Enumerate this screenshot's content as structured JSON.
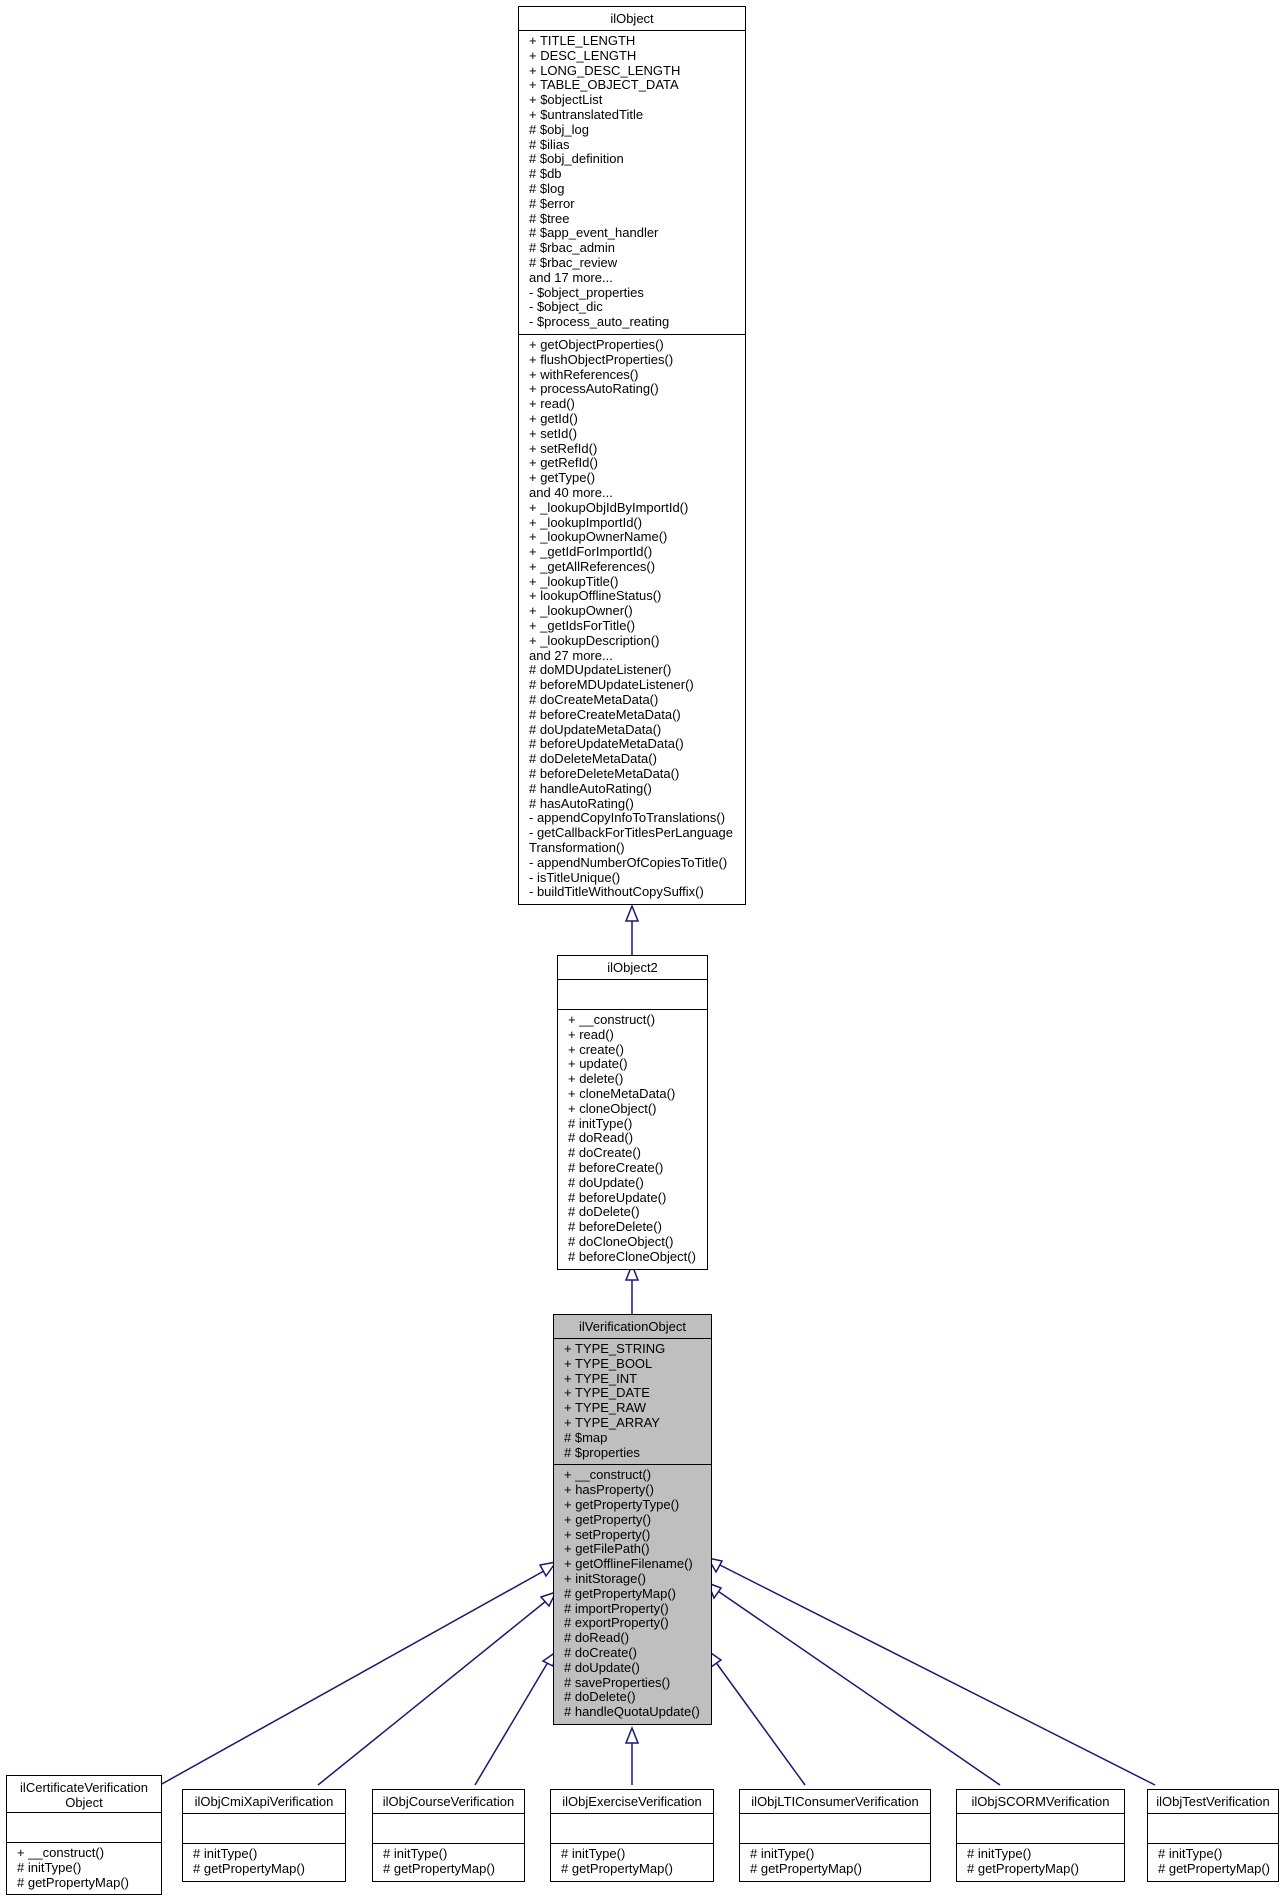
{
  "classes": {
    "ilObject": {
      "title": "ilObject",
      "attributes": [
        "+ TITLE_LENGTH",
        "+ DESC_LENGTH",
        "+ LONG_DESC_LENGTH",
        "+ TABLE_OBJECT_DATA",
        "+ $objectList",
        "+ $untranslatedTitle",
        "# $obj_log",
        "# $ilias",
        "# $obj_definition",
        "# $db",
        "# $log",
        "# $error",
        "# $tree",
        "# $app_event_handler",
        "# $rbac_admin",
        "# $rbac_review",
        "and 17 more...",
        "- $object_properties",
        "- $object_dic",
        "- $process_auto_reating"
      ],
      "methods": [
        "+ getObjectProperties()",
        "+ flushObjectProperties()",
        "+ withReferences()",
        "+ processAutoRating()",
        "+ read()",
        "+ getId()",
        "+ setId()",
        "+ setRefId()",
        "+ getRefId()",
        "+ getType()",
        "and 40 more...",
        "+ _lookupObjIdByImportId()",
        "+ _lookupImportId()",
        "+ _lookupOwnerName()",
        "+ _getIdForImportId()",
        "+ _getAllReferences()",
        "+ _lookupTitle()",
        "+ lookupOfflineStatus()",
        "+ _lookupOwner()",
        "+ _getIdsForTitle()",
        "+ _lookupDescription()",
        "and 27 more...",
        "# doMDUpdateListener()",
        "# beforeMDUpdateListener()",
        "# doCreateMetaData()",
        "# beforeCreateMetaData()",
        "# doUpdateMetaData()",
        "# beforeUpdateMetaData()",
        "# doDeleteMetaData()",
        "# beforeDeleteMetaData()",
        "# handleAutoRating()",
        "# hasAutoRating()",
        "- appendCopyInfoToTranslations()",
        "- getCallbackForTitlesPerLanguage",
        "Transformation()",
        "- appendNumberOfCopiesToTitle()",
        "- isTitleUnique()",
        "- buildTitleWithoutCopySuffix()"
      ]
    },
    "ilObject2": {
      "title": "ilObject2",
      "attributes": [],
      "methods": [
        "+ __construct()",
        "+ read()",
        "+ create()",
        "+ update()",
        "+ delete()",
        "+ cloneMetaData()",
        "+ cloneObject()",
        "# initType()",
        "# doRead()",
        "# doCreate()",
        "# beforeCreate()",
        "# doUpdate()",
        "# beforeUpdate()",
        "# doDelete()",
        "# beforeDelete()",
        "# doCloneObject()",
        "# beforeCloneObject()"
      ]
    },
    "ilVerificationObject": {
      "title": "ilVerificationObject",
      "attributes": [
        "+ TYPE_STRING",
        "+ TYPE_BOOL",
        "+ TYPE_INT",
        "+ TYPE_DATE",
        "+ TYPE_RAW",
        "+ TYPE_ARRAY",
        "# $map",
        "# $properties"
      ],
      "methods": [
        "+ __construct()",
        "+ hasProperty()",
        "+ getPropertyType()",
        "+ getProperty()",
        "+ setProperty()",
        "+ getFilePath()",
        "+ getOfflineFilename()",
        "+ initStorage()",
        "# getPropertyMap()",
        "# importProperty()",
        "# exportProperty()",
        "# doRead()",
        "# doCreate()",
        "# doUpdate()",
        "# saveProperties()",
        "# doDelete()",
        "# handleQuotaUpdate()"
      ]
    },
    "ilCertificateVerificationObject": {
      "title_lines": [
        "ilCertificateVerification",
        "Object"
      ],
      "attributes": [],
      "methods": [
        "+ __construct()",
        "# initType()",
        "# getPropertyMap()"
      ]
    },
    "ilObjCmiXapiVerification": {
      "title": "ilObjCmiXapiVerification",
      "attributes": [],
      "methods": [
        "# initType()",
        "# getPropertyMap()"
      ]
    },
    "ilObjCourseVerification": {
      "title": "ilObjCourseVerification",
      "attributes": [],
      "methods": [
        "# initType()",
        "# getPropertyMap()"
      ]
    },
    "ilObjExerciseVerification": {
      "title": "ilObjExerciseVerification",
      "attributes": [],
      "methods": [
        "# initType()",
        "# getPropertyMap()"
      ]
    },
    "ilObjLTIConsumerVerification": {
      "title": "ilObjLTIConsumerVerification",
      "attributes": [],
      "methods": [
        "# initType()",
        "# getPropertyMap()"
      ]
    },
    "ilObjSCORMVerification": {
      "title": "ilObjSCORMVerification",
      "attributes": [],
      "methods": [
        "# initType()",
        "# getPropertyMap()"
      ]
    },
    "ilObjTestVerification": {
      "title": "ilObjTestVerification",
      "attributes": [],
      "methods": [
        "# initType()",
        "# getPropertyMap()"
      ]
    }
  },
  "colors": {
    "edge": "#191970",
    "highlight_fill": "#bfbfbf"
  }
}
